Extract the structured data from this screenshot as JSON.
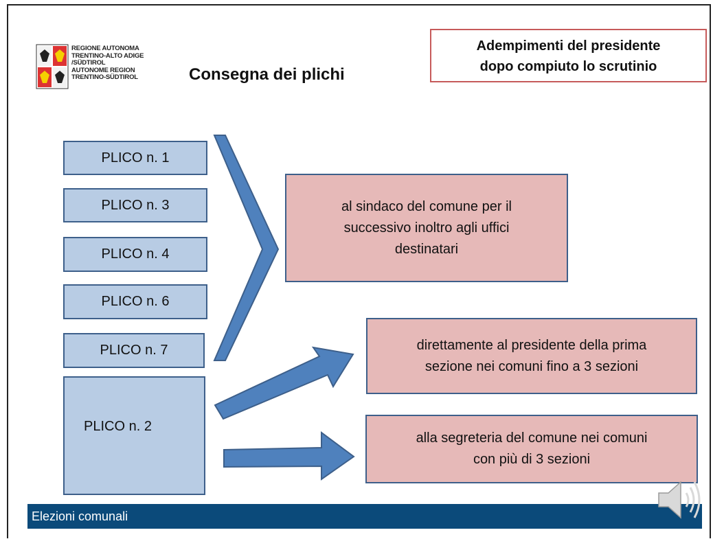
{
  "logo": {
    "lines": [
      "REGIONE AUTONOMA",
      "TRENTINO-ALTO ADIGE",
      "/SÜDTIROL",
      "AUTONOME REGION",
      "TRENTINO-SÜDTIROL"
    ]
  },
  "slide": {
    "title": "Consegna dei plichi",
    "subtitle_line1": "Adempimenti del presidente",
    "subtitle_line2": "dopo compiuto lo scrutinio"
  },
  "plichi": {
    "p1": "PLICO n. 1",
    "p3": "PLICO n. 3",
    "p4": "PLICO n. 4",
    "p6": "PLICO n. 6",
    "p7": "PLICO n. 7",
    "p2": "PLICO n. 2"
  },
  "destinations": {
    "sindaco": [
      "al sindaco del comune per il",
      "successivo inoltro agli uffici",
      "destinatari"
    ],
    "presidente": [
      "direttamente al presidente della prima",
      "sezione nei comuni fino a 3 sezioni"
    ],
    "segreteria": [
      "alla segreteria del comune nei comuni",
      "con più di 3 sezioni"
    ]
  },
  "footer": {
    "label": "Elezioni comunali"
  },
  "icons": {
    "audio": "speaker-icon"
  },
  "colors": {
    "plico_fill": "#b8cce4",
    "destination_fill": "#e6b9b8",
    "arrow_fill": "#4f81bd",
    "footer_bg": "#0b4a7a"
  }
}
